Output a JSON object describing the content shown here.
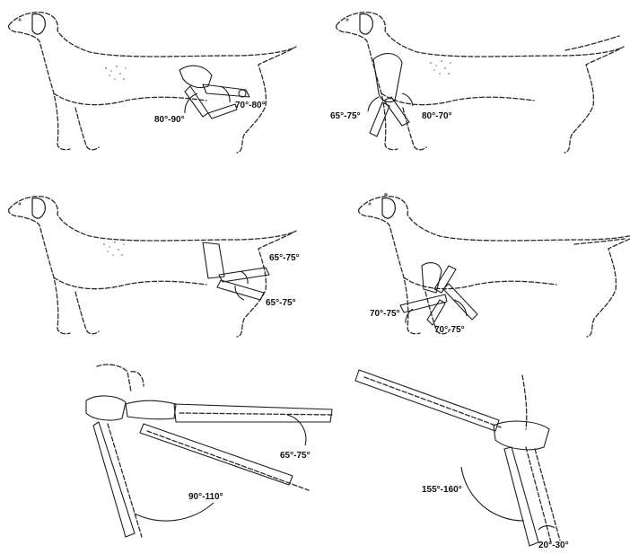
{
  "angles": {
    "front_flexion": {
      "lower": "80°-90°",
      "upper": "70°-80°"
    },
    "front_extension": {
      "left": "65°-75°",
      "right": "80°-70°"
    },
    "hind_extension": {
      "upper": "65°-75°",
      "lower": "65°-75°"
    },
    "hind_flexion": {
      "left": "70°-75°",
      "right": "70°-75°"
    },
    "foreleg_detail": {
      "upper": "65°-75°",
      "lower": "90°-110°"
    },
    "hindleg_detail": {
      "upper": "155°-160°",
      "lower": "20°-30°"
    }
  }
}
